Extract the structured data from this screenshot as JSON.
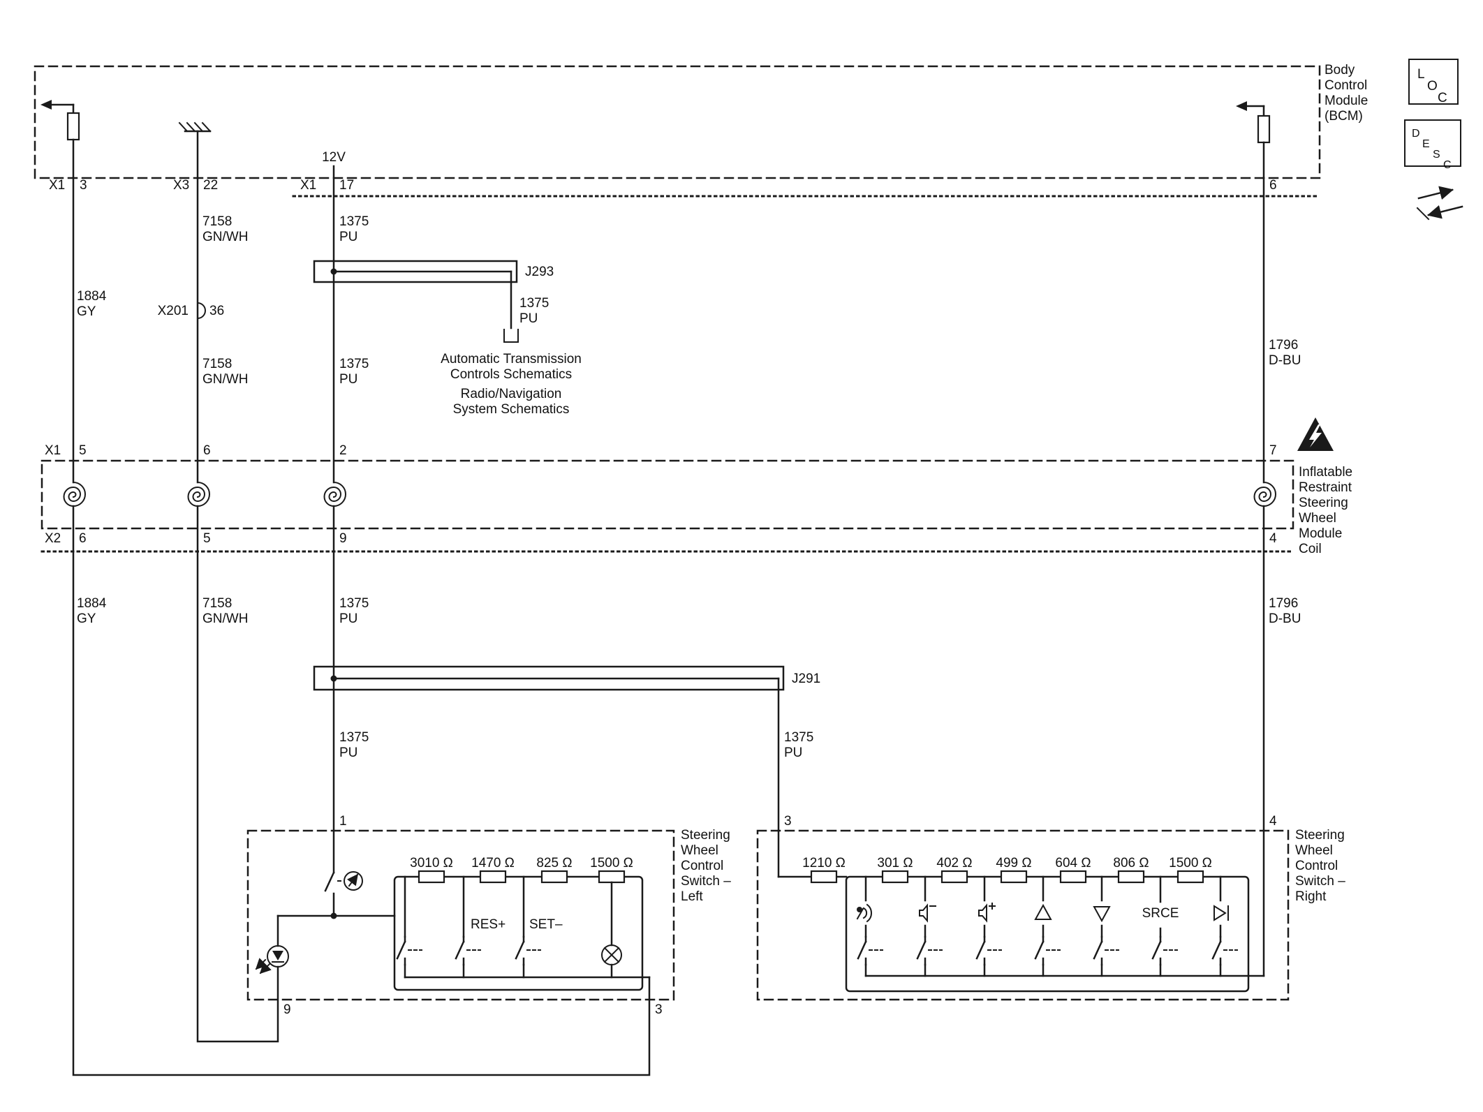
{
  "legend": {
    "loc": [
      "L",
      "O",
      "C"
    ],
    "desc": [
      "D",
      "E",
      "S",
      "C"
    ]
  },
  "bcm": {
    "label": [
      "Body",
      "Control",
      "Module",
      "(BCM)"
    ],
    "supply": "12V",
    "pins": [
      {
        "conn": "X1",
        "pin": "3"
      },
      {
        "conn": "X3",
        "pin": "22"
      },
      {
        "conn": "X1",
        "pin": "17"
      },
      {
        "conn": "",
        "pin": "6"
      }
    ]
  },
  "splices": {
    "j293": "J293",
    "j291": "J291"
  },
  "inline_conn": {
    "name": "X201",
    "pin": "36"
  },
  "wires": {
    "w1884": {
      "num": "1884",
      "color": "GY"
    },
    "w7158": {
      "num": "7158",
      "color": "GN/WH"
    },
    "w1375": {
      "num": "1375",
      "color": "PU"
    },
    "w1796": {
      "num": "1796",
      "color": "D-BU"
    }
  },
  "references": [
    "Automatic Transmission",
    "Controls Schematics",
    "Radio/Navigation",
    "System Schematics"
  ],
  "coil": {
    "label": [
      "Inflatable",
      "Restraint",
      "Steering",
      "Wheel",
      "Module",
      "Coil"
    ],
    "x1": {
      "conn": "X1",
      "pins": [
        "5",
        "6",
        "2",
        "7"
      ]
    },
    "x2": {
      "conn": "X2",
      "pins": [
        "6",
        "5",
        "9",
        "4"
      ]
    }
  },
  "left_switch": {
    "label": [
      "Steering",
      "Wheel",
      "Control",
      "Switch –",
      "Left"
    ],
    "pin_in": "1",
    "pin_led": "9",
    "pin_out": "3",
    "resistors": [
      "3010 Ω",
      "1470 Ω",
      "825 Ω",
      "1500 Ω"
    ],
    "buttons": [
      "RES+",
      "SET–"
    ]
  },
  "right_switch": {
    "label": [
      "Steering",
      "Wheel",
      "Control",
      "Switch –",
      "Right"
    ],
    "pin_in": "3",
    "pin_out": "4",
    "resistors": [
      "1210 Ω",
      "301 Ω",
      "402 Ω",
      "499 Ω",
      "604 Ω",
      "806 Ω",
      "1500 Ω"
    ],
    "source": "SRCE"
  }
}
